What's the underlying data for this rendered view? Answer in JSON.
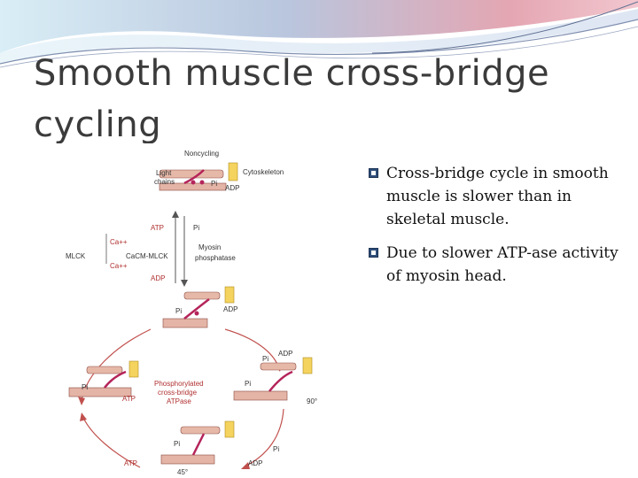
{
  "slide": {
    "title": "Smooth muscle cross-bridge cycling",
    "bullets": [
      " Cross-bridge cycle in smooth muscle is slower than in skeletal muscle.",
      "Due to slower ATP-ase activity of myosin head."
    ]
  },
  "figure": {
    "noncycling": "Noncycling",
    "light_chains": "Light chains",
    "cytoskeleton": "Cytoskeleton",
    "pi": "Pi",
    "adp": "ADP",
    "atp": "ATP",
    "ca_up": "Ca++",
    "ca_down": "Ca++",
    "mlck": "MLCK",
    "cacm_mlck": "CaCM-MLCK",
    "myosin_phosphatase": "Myosin phosphatase",
    "center_label": "Phosphorylated cross-bridge ATPase",
    "angle_90": "90°",
    "angle_45": "45°"
  },
  "colors": {
    "title": "#3b3b3b",
    "bullet_marker": "#2f4f7a",
    "cycle_arrow": "#c0504d"
  }
}
